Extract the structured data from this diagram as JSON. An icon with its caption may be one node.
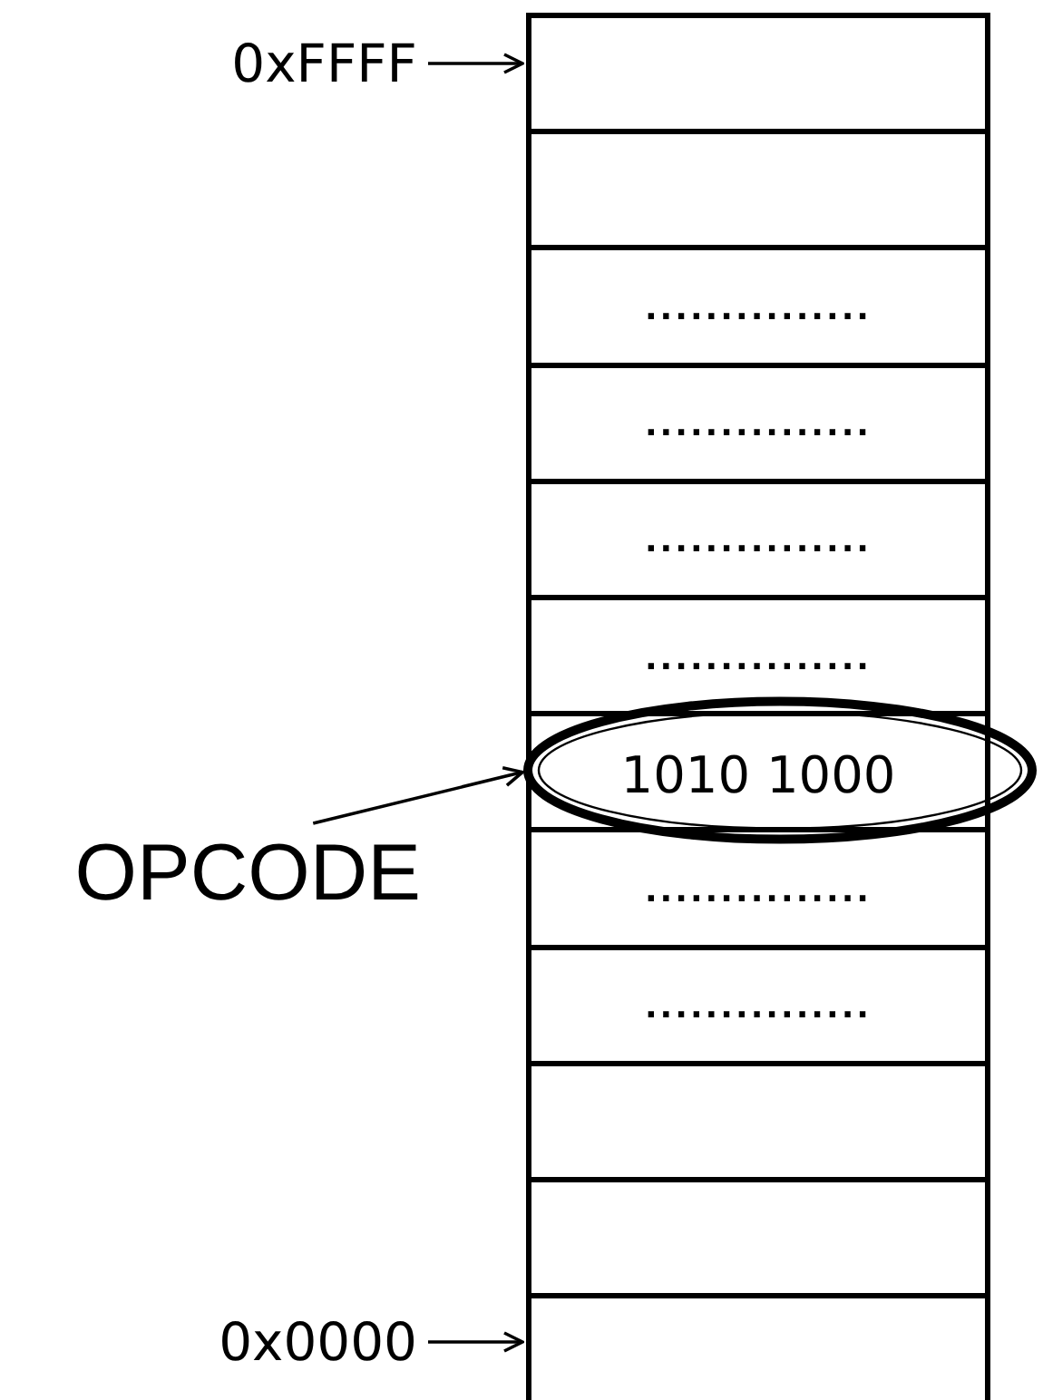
{
  "diagram": {
    "nodes": [
      {
        "text": [
          "0xFFFF"
        ]
      },
      {
        "text": [],
        "shape": "box"
      },
      {
        "text": [],
        "shape": "box"
      },
      {
        "text": [
          "..............."
        ]
      },
      {
        "text": [
          "..............."
        ]
      },
      {
        "text": [
          "..............."
        ]
      },
      {
        "text": [
          "..............."
        ]
      },
      {
        "text": [
          "1010 1000"
        ]
      },
      {
        "text": [
          "..............."
        ]
      },
      {
        "text": [
          "..............."
        ]
      },
      {
        "text": [],
        "shape": "box"
      },
      {
        "text": [],
        "shape": "box"
      },
      {
        "text": [],
        "shape": "box"
      },
      {
        "text": [
          "OPCODE"
        ]
      },
      {
        "text": [
          "0x0000"
        ]
      }
    ],
    "edges": [
      {
        "from": 0,
        "to": 1,
        "arrow": "to"
      },
      {
        "from": 13,
        "to": 7,
        "arrow": "to"
      },
      {
        "from": 14,
        "to": 12,
        "arrow": "to"
      }
    ]
  }
}
